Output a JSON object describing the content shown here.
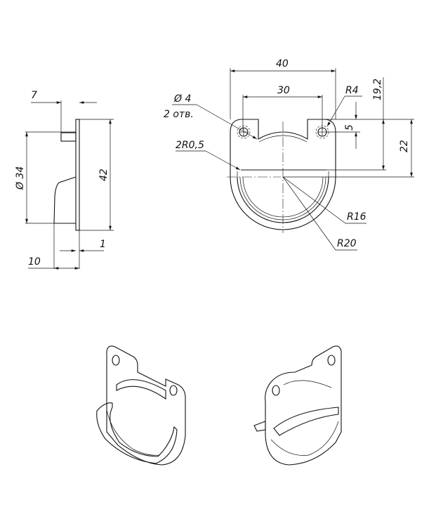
{
  "front_view": {
    "dim_width": "40",
    "dim_hole_spacing": "30",
    "dim_hole_radius": "R4",
    "dim_height_a": "19,2",
    "dim_hole_dia": "Ø 4",
    "dim_hole_count": "2 отв.",
    "dim_hole_offset": "5",
    "dim_height_b": "22",
    "dim_fillet": "2R0,5",
    "dim_inner_radius": "R16",
    "dim_outer_radius": "R20"
  },
  "side_view": {
    "dim_tab": "7",
    "dim_diameter": "Ø 34",
    "dim_height": "42",
    "dim_thickness": "1",
    "dim_depth": "10"
  }
}
